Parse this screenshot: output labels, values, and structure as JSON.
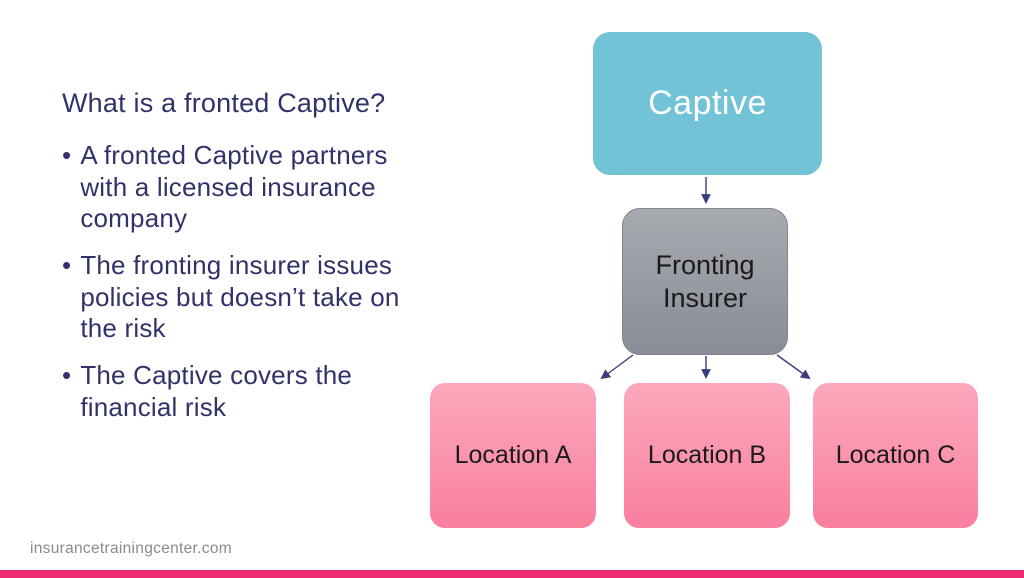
{
  "content": {
    "heading": "What is a fronted Captive?",
    "bullet_marker": "•",
    "bullets": [
      "A fronted Captive partners\nwith a licensed insurance\ncompany",
      "The fronting insurer issues\npolicies but doesn’t take on\nthe risk",
      "The Captive covers the\nfinancial risk"
    ]
  },
  "diagram": {
    "captive": {
      "label": "Captive",
      "fill_color": "#72C3D6",
      "text_color": "#FFFFFF"
    },
    "fronting_insurer": {
      "label": "Fronting\nInsurer",
      "fill_top": "#A7AAAF",
      "fill_bottom": "#898D97",
      "text_color": "#1A1A1A"
    },
    "locations": [
      {
        "label": "Location A"
      },
      {
        "label": "Location B"
      },
      {
        "label": "Location C"
      }
    ],
    "location_fill_top": "#FCA9BD",
    "location_fill_bottom": "#F97F9E",
    "arrow_color": "#3A3D7B"
  },
  "footer": {
    "website": "insurancetrainingcenter.com",
    "accent_bar_color": "#EF2A72"
  },
  "theme": {
    "background": "#FFFFFF",
    "body_text_color": "#32326B"
  }
}
